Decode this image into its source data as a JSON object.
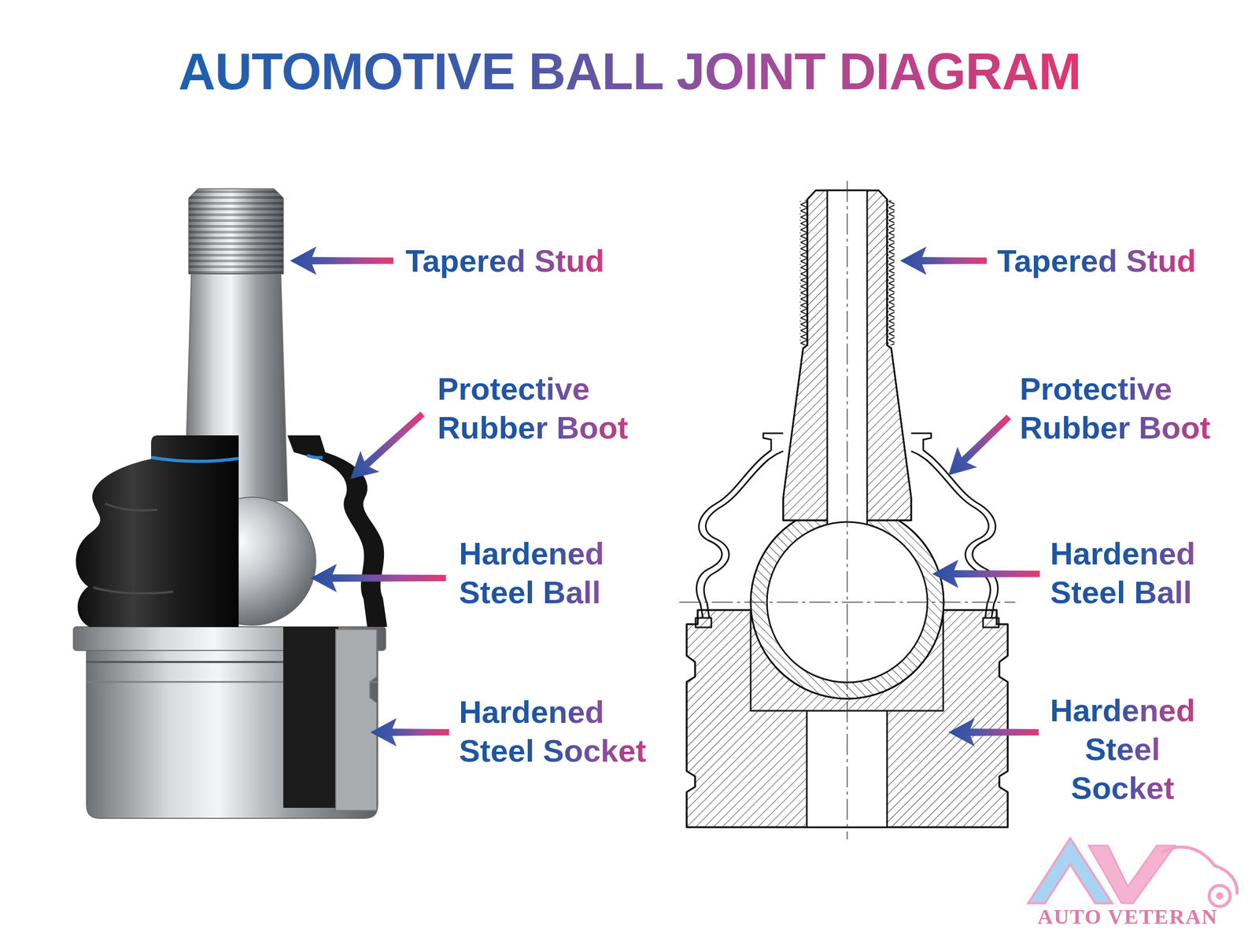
{
  "diagram": {
    "title": "AUTOMOTIVE BALL JOINT DIAGRAM",
    "labels": [
      "Tapered Stud",
      "Protective Rubber Boot",
      "Hardened Steel Ball",
      "Hardened Steel Socket",
      "Tapered Stud",
      "Protective Rubber Boot",
      "Hardened Steel Ball",
      "Hardened Steel Socket",
      "AUTO VETERAN"
    ]
  }
}
